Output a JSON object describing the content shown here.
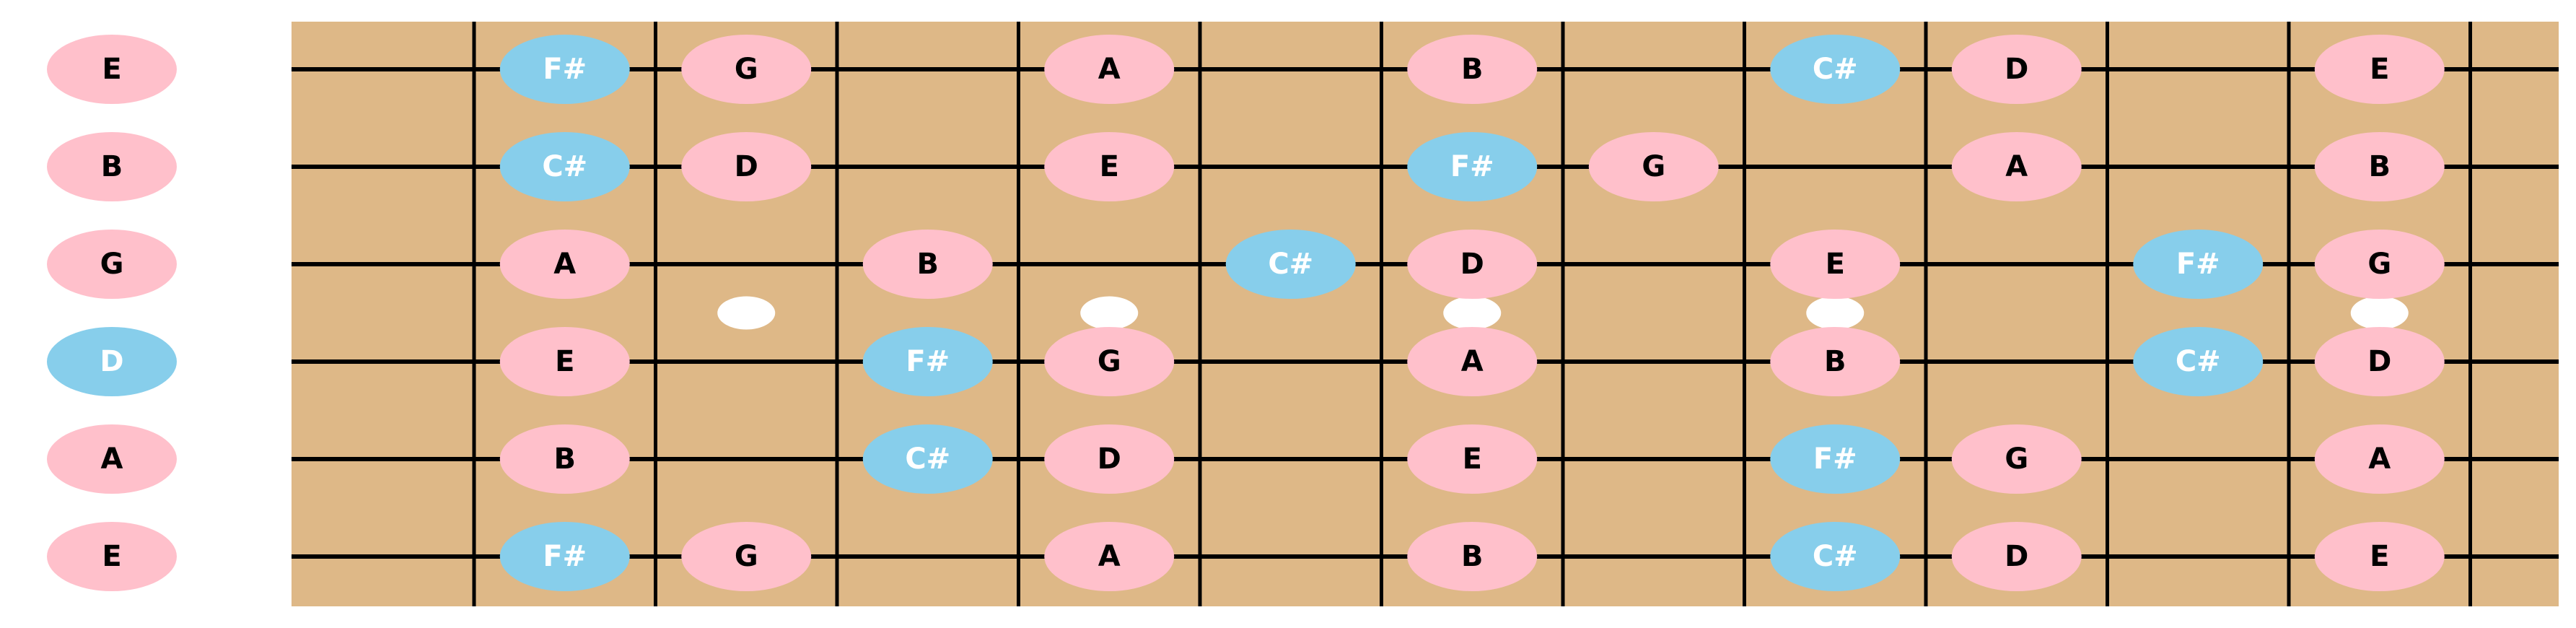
{
  "colors": {
    "fretboard": "#DEB887",
    "line": "#000000",
    "note_natural": "#FFC0CB",
    "note_sharp": "#87CEEB",
    "text_natural": "#000000",
    "text_sharp": "#FFFFFF",
    "inlay": "#FFFFFF"
  },
  "fretboard": {
    "frets": 12,
    "inlay_frets": [
      3,
      5,
      7,
      9,
      12
    ]
  },
  "strings": [
    {
      "open": "E",
      "notes": [
        {
          "fret": 1,
          "label": "F#"
        },
        {
          "fret": 2,
          "label": "G"
        },
        {
          "fret": 4,
          "label": "A"
        },
        {
          "fret": 6,
          "label": "B"
        },
        {
          "fret": 8,
          "label": "C#"
        },
        {
          "fret": 9,
          "label": "D"
        },
        {
          "fret": 11,
          "label": "E"
        }
      ]
    },
    {
      "open": "B",
      "notes": [
        {
          "fret": 1,
          "label": "C#"
        },
        {
          "fret": 2,
          "label": "D"
        },
        {
          "fret": 4,
          "label": "E"
        },
        {
          "fret": 6,
          "label": "F#"
        },
        {
          "fret": 7,
          "label": "G"
        },
        {
          "fret": 9,
          "label": "A"
        },
        {
          "fret": 11,
          "label": "B"
        }
      ]
    },
    {
      "open": "G",
      "notes": [
        {
          "fret": 1,
          "label": "A"
        },
        {
          "fret": 3,
          "label": "B"
        },
        {
          "fret": 5,
          "label": "C#"
        },
        {
          "fret": 6,
          "label": "D"
        },
        {
          "fret": 8,
          "label": "E"
        },
        {
          "fret": 10,
          "label": "F#"
        },
        {
          "fret": 11,
          "label": "G"
        }
      ]
    },
    {
      "open": "D",
      "notes": [
        {
          "fret": 1,
          "label": "E"
        },
        {
          "fret": 3,
          "label": "F#"
        },
        {
          "fret": 4,
          "label": "G"
        },
        {
          "fret": 6,
          "label": "A"
        },
        {
          "fret": 8,
          "label": "B"
        },
        {
          "fret": 10,
          "label": "C#"
        },
        {
          "fret": 11,
          "label": "D"
        }
      ]
    },
    {
      "open": "A",
      "notes": [
        {
          "fret": 1,
          "label": "B"
        },
        {
          "fret": 3,
          "label": "C#"
        },
        {
          "fret": 4,
          "label": "D"
        },
        {
          "fret": 6,
          "label": "E"
        },
        {
          "fret": 8,
          "label": "F#"
        },
        {
          "fret": 9,
          "label": "G"
        },
        {
          "fret": 11,
          "label": "A"
        }
      ]
    },
    {
      "open": "E",
      "notes": [
        {
          "fret": 1,
          "label": "F#"
        },
        {
          "fret": 2,
          "label": "G"
        },
        {
          "fret": 4,
          "label": "A"
        },
        {
          "fret": 6,
          "label": "B"
        },
        {
          "fret": 8,
          "label": "C#"
        },
        {
          "fret": 9,
          "label": "D"
        },
        {
          "fret": 11,
          "label": "E"
        }
      ]
    }
  ]
}
